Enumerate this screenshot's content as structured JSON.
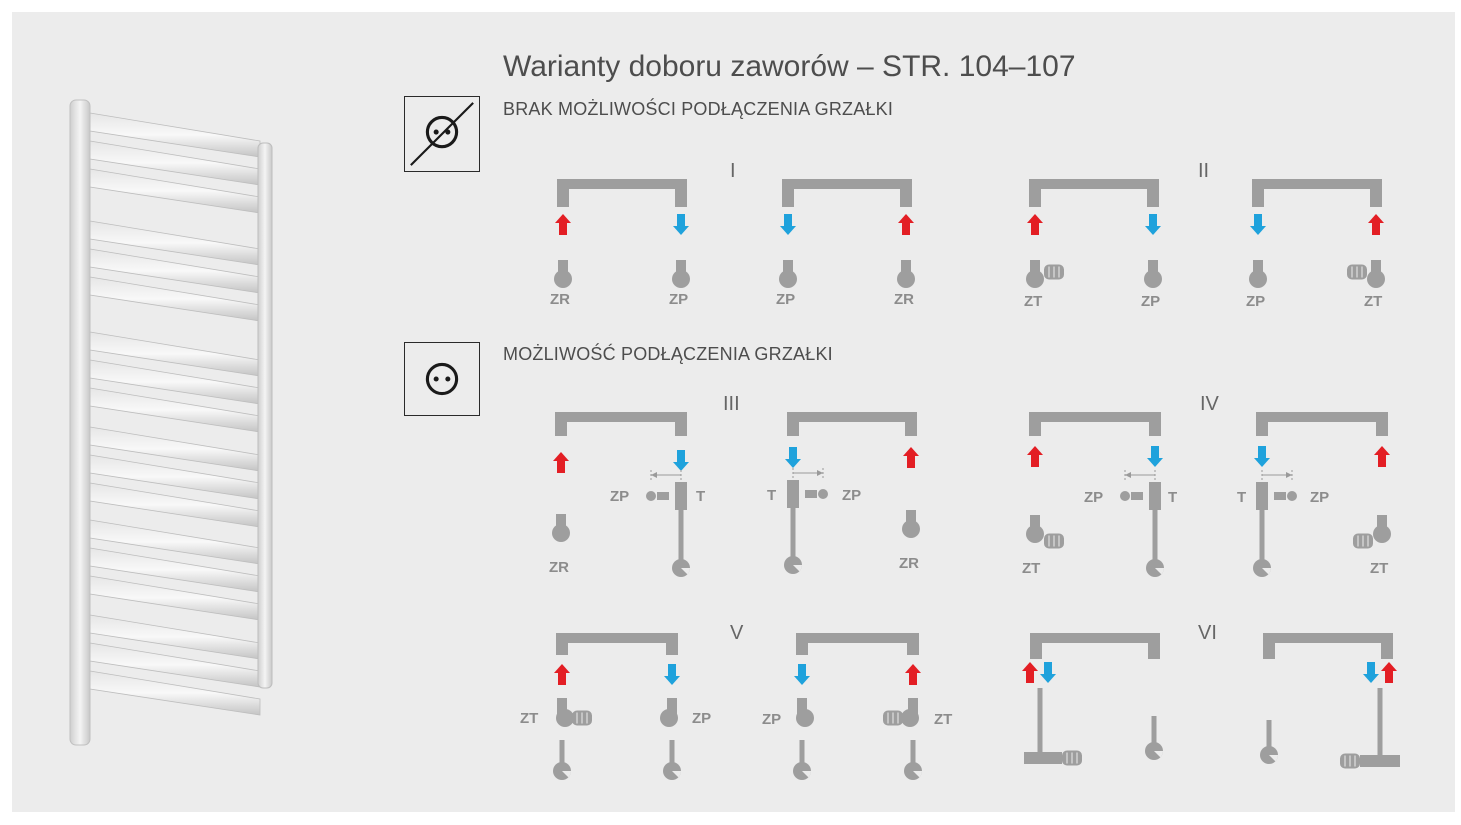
{
  "title": "Warianty doboru zaworów – STR. 104–107",
  "sections": {
    "no_heater": {
      "label": "BRAK MOŻLIWOŚCI PODŁĄCZENIA GRZAŁKI",
      "icon": "no-socket-icon"
    },
    "heater": {
      "label": "MOŻLIWOŚĆ PODŁĄCZENIA GRZAŁKI",
      "icon": "socket-icon"
    }
  },
  "variants": [
    {
      "numeral": "I",
      "configs": [
        {
          "left_arrow": "supply",
          "right_arrow": "return",
          "left_label": "ZR",
          "right_label": "ZP"
        },
        {
          "left_arrow": "return",
          "right_arrow": "supply",
          "left_label": "ZP",
          "right_label": "ZR"
        }
      ]
    },
    {
      "numeral": "II",
      "configs": [
        {
          "left_arrow": "supply",
          "right_arrow": "return",
          "left_label": "ZT",
          "right_label": "ZP"
        },
        {
          "left_arrow": "return",
          "right_arrow": "supply",
          "left_label": "ZP",
          "right_label": "ZT"
        }
      ]
    },
    {
      "numeral": "III",
      "configs": [
        {
          "left_label": "ZR",
          "tee_labels": [
            "ZP",
            "T"
          ]
        },
        {
          "right_label": "ZR",
          "tee_labels": [
            "T",
            "ZP"
          ]
        }
      ]
    },
    {
      "numeral": "IV",
      "configs": [
        {
          "left_label": "ZT",
          "tee_labels": [
            "ZP",
            "T"
          ]
        },
        {
          "right_label": "ZT",
          "tee_labels": [
            "T",
            "ZP"
          ]
        }
      ]
    },
    {
      "numeral": "V",
      "configs": [
        {
          "left_label": "ZT",
          "right_label": "ZP"
        },
        {
          "left_label": "ZP",
          "right_label": "ZT"
        }
      ]
    },
    {
      "numeral": "VI",
      "configs": [
        {},
        {}
      ]
    }
  ],
  "colors": {
    "panel": "#ececec",
    "pipe": "#9e9e9e",
    "supply_arrow": "#e31e24",
    "return_arrow": "#1fa2dc",
    "radiator": "#d6d6d6"
  }
}
